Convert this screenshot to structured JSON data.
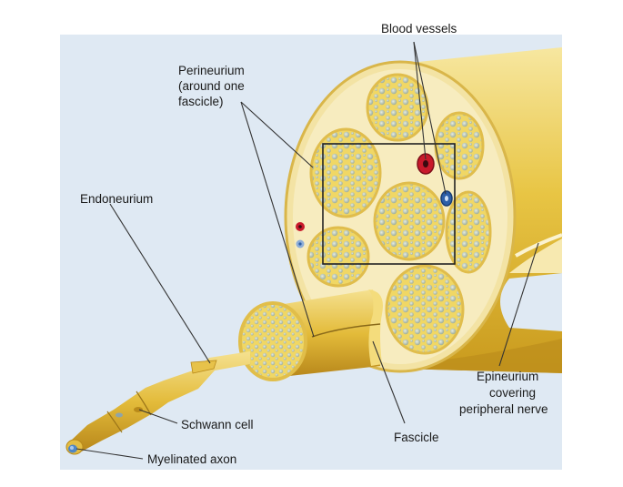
{
  "labels": {
    "blood_vessels": "Blood vessels",
    "perineurium_line1": "Perineurium",
    "perineurium_line2": "(around one",
    "perineurium_line3": "fascicle)",
    "endoneurium": "Endoneurium",
    "schwann_cell": "Schwann cell",
    "myelinated_axon": "Myelinated axon",
    "fascicle": "Fascicle",
    "epineurium_line1": "Epineurium",
    "epineurium_line2": "covering",
    "epineurium_line3": "peripheral nerve"
  },
  "colors": {
    "background_panel": "#dfe9f3",
    "nerve_yellow": "#e9c94a",
    "nerve_light": "#f6e39a",
    "fascicle_fill": "#f1d96a",
    "axon_dot": "#bfc9b4",
    "artery_red": "#c8192b",
    "vein_blue": "#2d5fa8",
    "leader_line": "#333333"
  }
}
